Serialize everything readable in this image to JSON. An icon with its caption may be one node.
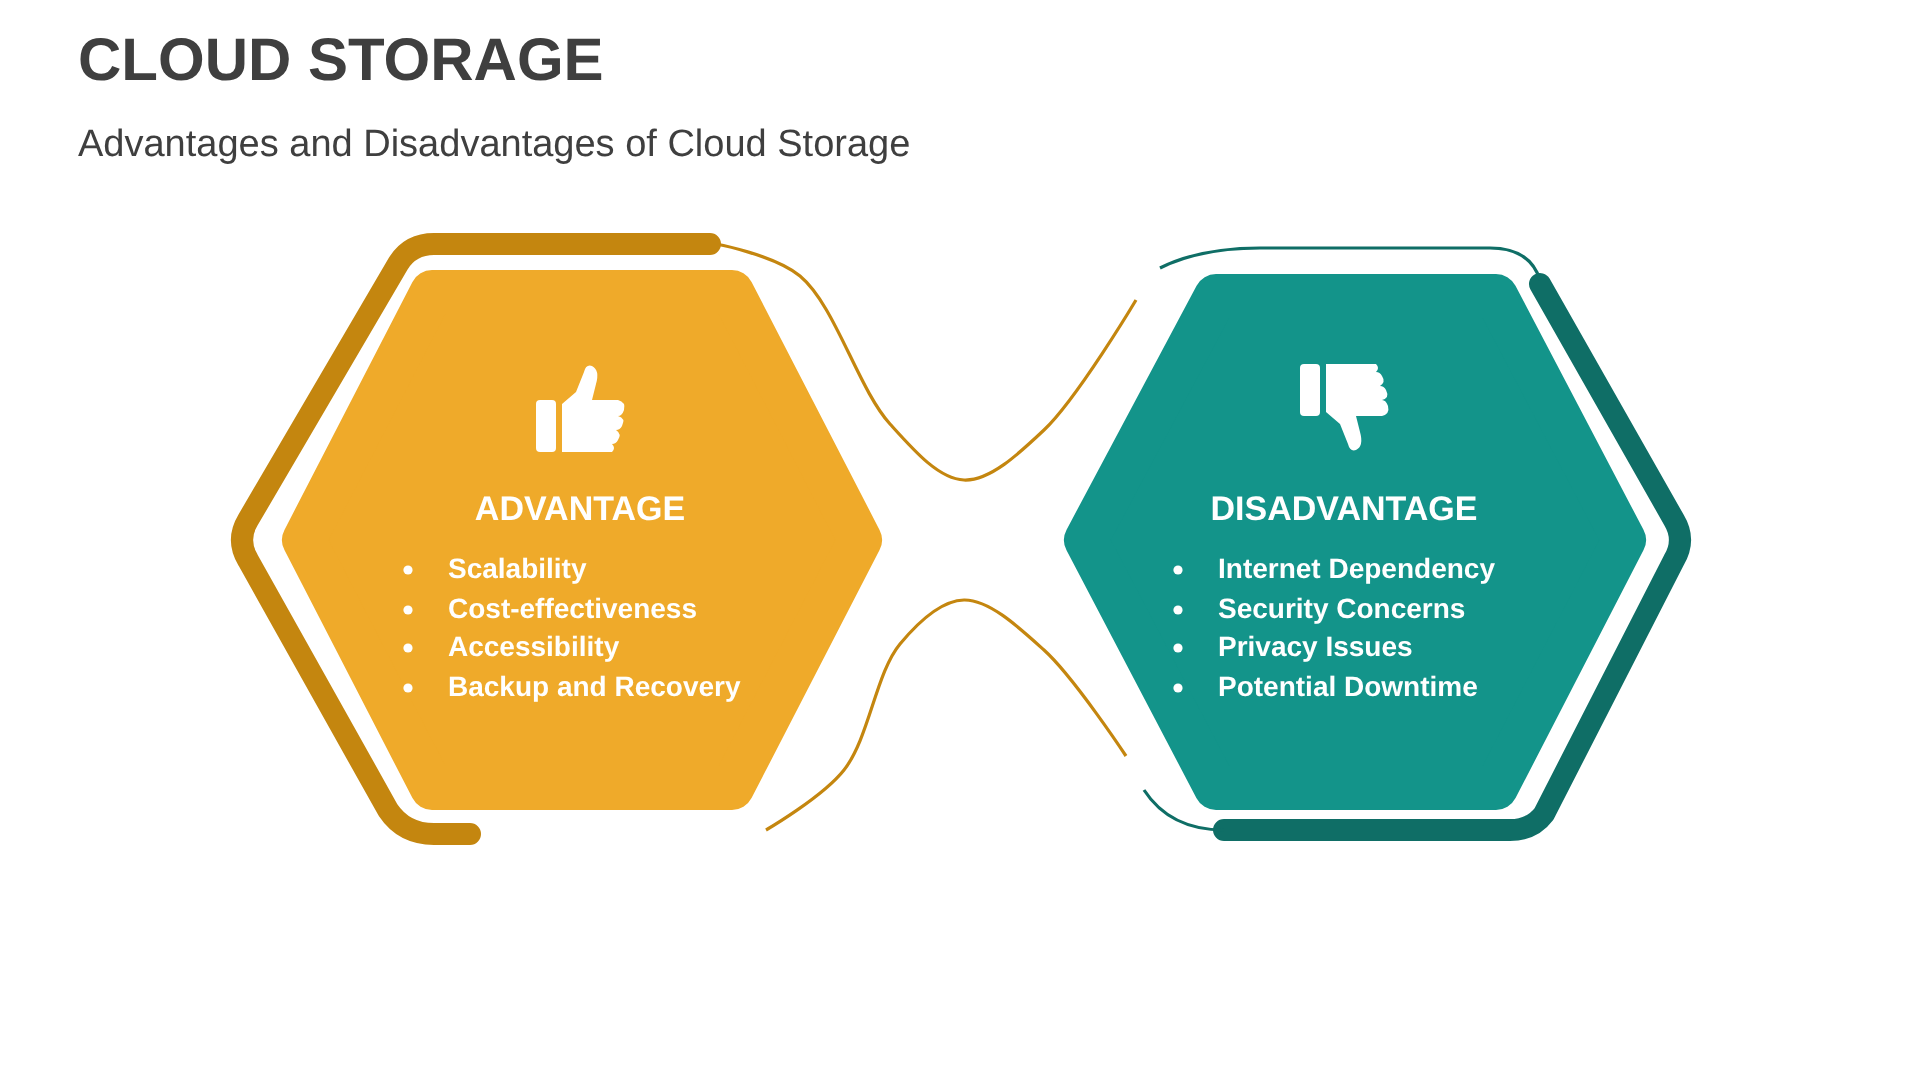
{
  "diagram": {
    "title": "CLOUD STORAGE",
    "caption": "Advantages and Disadvantages of Cloud Storage",
    "nodes": [
      {
        "text": [
          "ADVANTAGE",
          "Scalability",
          "Cost-effectiveness",
          "Accessibility",
          "Backup and Recovery"
        ]
      },
      {
        "text": [
          "DISADVANTAGE",
          "Internet Dependency",
          "Security Concerns",
          "Privacy Issues",
          "Potential Downtime"
        ]
      }
    ],
    "edges": [
      {
        "from": 0,
        "to": 1,
        "arrow": "none"
      },
      {
        "from": 0,
        "to": 1,
        "arrow": "none"
      }
    ]
  }
}
